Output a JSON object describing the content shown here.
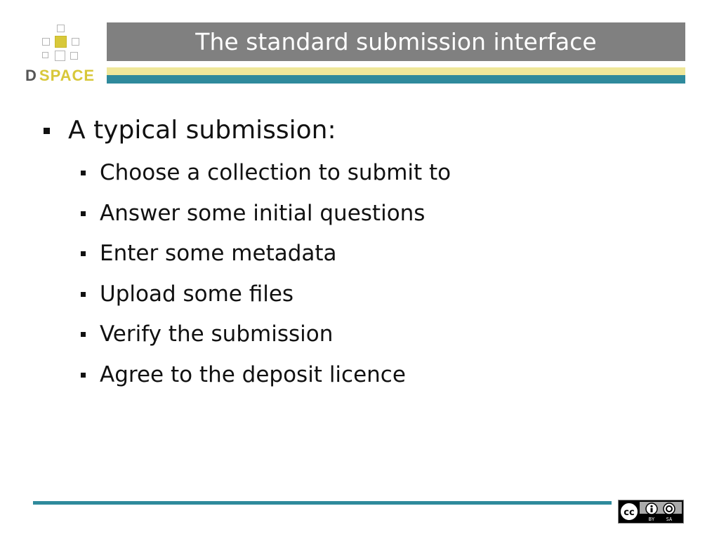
{
  "logo": {
    "text_d": "D",
    "text_space": "SPACE"
  },
  "title": "The standard submission interface",
  "colors": {
    "title_bar": "#808080",
    "accent_teal": "#2f8a9c",
    "accent_yellow": "#efe79a",
    "logo_yellow": "#d8c83a"
  },
  "content": {
    "heading": "A typical submission:",
    "items": [
      "Choose a collection to submit to",
      "Answer some initial questions",
      "Enter some metadata",
      "Upload some files",
      "Verify the submission",
      "Agree to the deposit licence"
    ]
  },
  "footer": {
    "license_icon": "cc-by-sa-icon",
    "license_by": "BY",
    "license_sa": "SA"
  }
}
